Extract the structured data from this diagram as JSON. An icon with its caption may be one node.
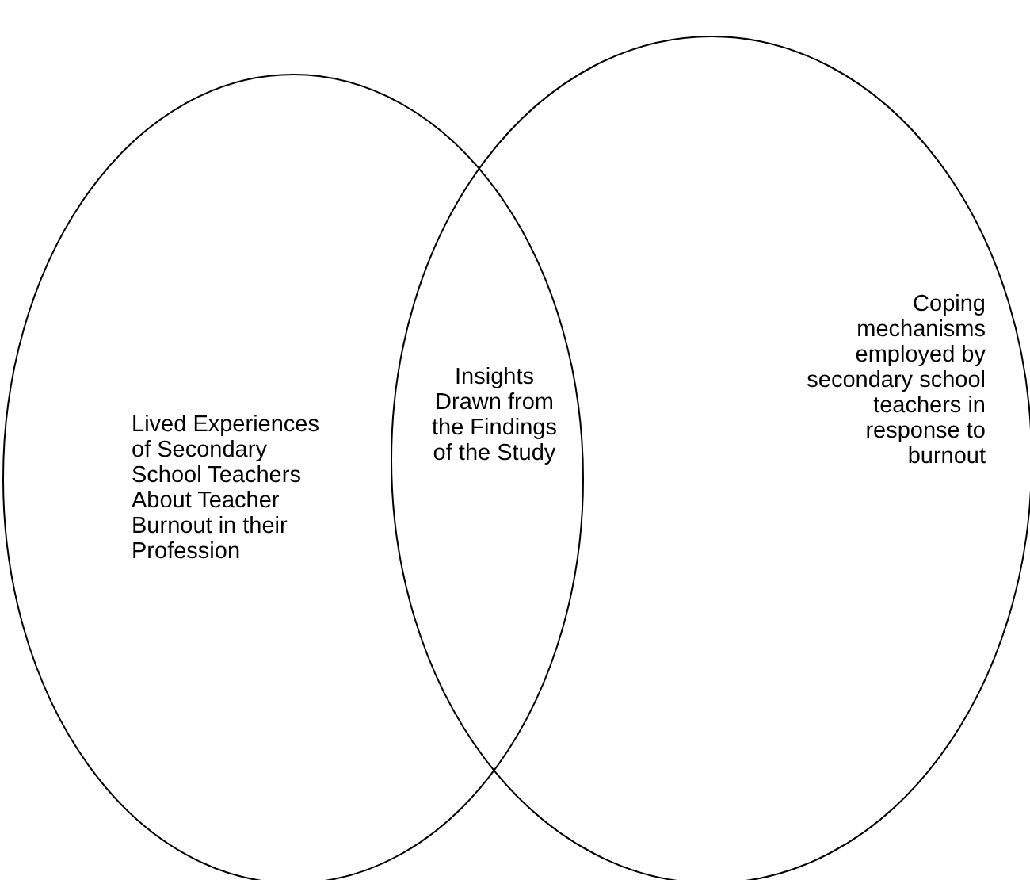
{
  "diagram": {
    "nodes": [
      {
        "text": [
          "Lived Experiences of Secondary School Teachers About Teacher Burnout in their Profession"
        ]
      },
      {
        "text": [
          "Coping mechanisms employed by secondary school teachers in response to burnout"
        ]
      }
    ],
    "edges": [],
    "labels": [
      "Insights Drawn from the Findings of the Study"
    ]
  }
}
